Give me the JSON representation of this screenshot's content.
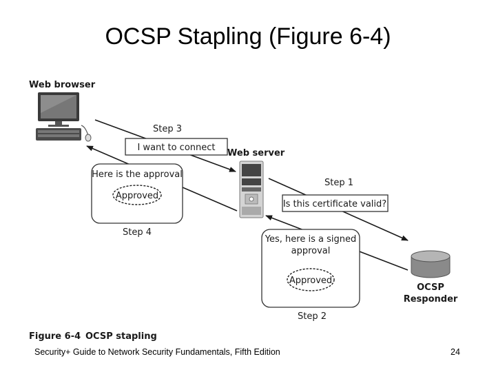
{
  "slide": {
    "title": "OCSP Stapling (Figure 6-4)",
    "footer": "Security+ Guide to Network Security Fundamentals, Fifth Edition",
    "page_number": "24"
  },
  "diagram": {
    "nodes": {
      "web_browser": "Web browser",
      "web_server": "Web server",
      "ocsp_line1": "OCSP",
      "ocsp_line2": "Responder"
    },
    "steps": {
      "step1": "Step 1",
      "step2": "Step 2",
      "step3": "Step 3",
      "step4": "Step 4"
    },
    "messages": {
      "connect": "I want to connect",
      "cert_valid": "Is this certificate valid?",
      "here_approval": "Here is the approval",
      "signed_line1": "Yes, here is a signed",
      "signed_line2": "approval",
      "approved": "Approved"
    },
    "caption": {
      "figure_num": "Figure 6-4",
      "figure_title": "OCSP stapling"
    }
  },
  "colors": {
    "line": "#1a1a1a",
    "box_border": "#333333",
    "monitor_screen": "#6e6e6e",
    "server_body": "#d4d4d4",
    "database": "#8a8a8a"
  }
}
